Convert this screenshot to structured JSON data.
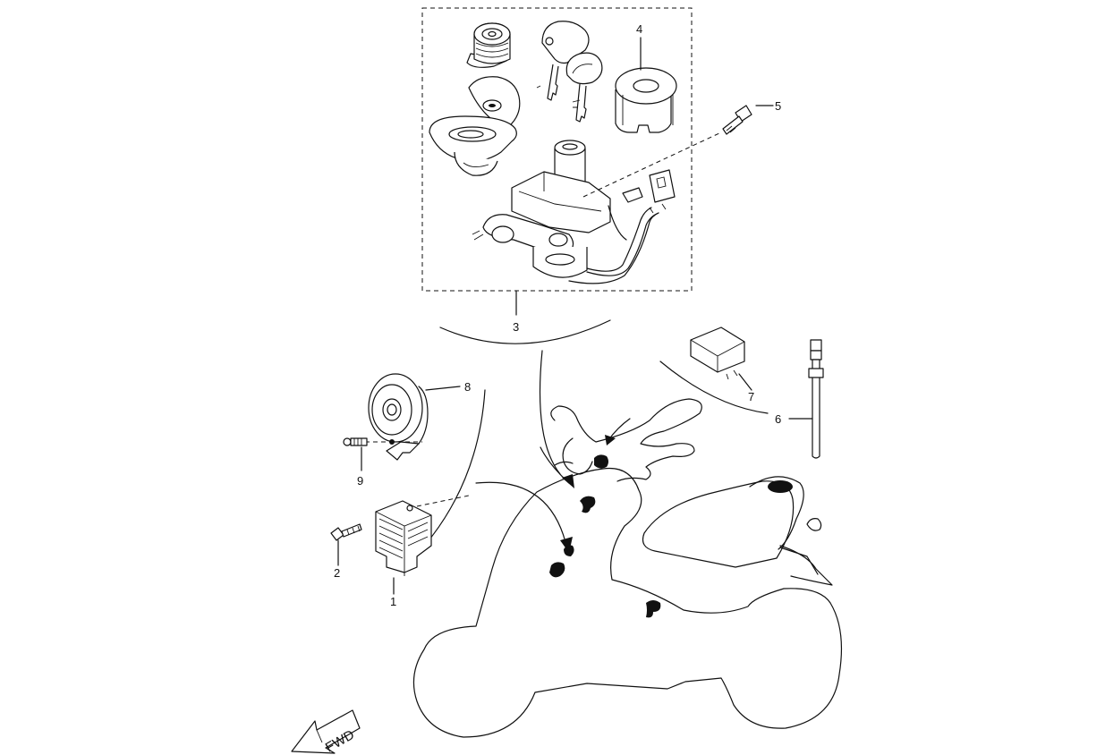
{
  "diagram": {
    "callouts": [
      "1",
      "2",
      "3",
      "4",
      "5",
      "6",
      "7",
      "8",
      "9"
    ],
    "direction_arrow_label": "FWD"
  }
}
